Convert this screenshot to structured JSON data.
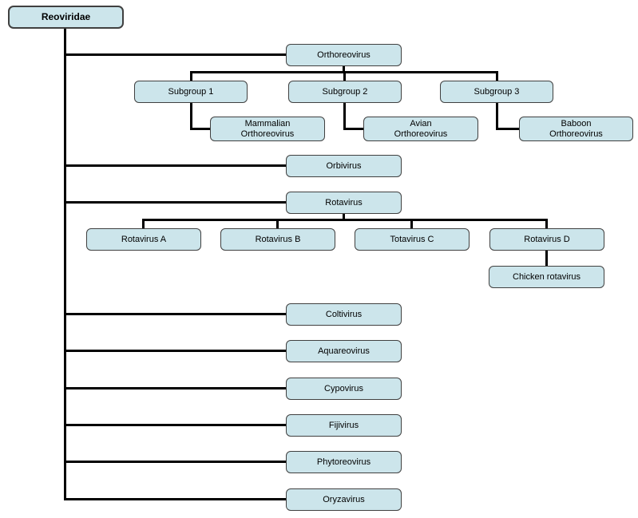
{
  "nodes": {
    "reoviridae": {
      "label": "Reoviridae"
    },
    "orthoreovirus": {
      "label": "Orthoreovirus"
    },
    "subgroup1": {
      "label": "Subgroup 1"
    },
    "subgroup2": {
      "label": "Subgroup 2"
    },
    "subgroup3": {
      "label": "Subgroup 3"
    },
    "mammalian": {
      "label": "Mammalian\nOrthoreovirus"
    },
    "avian": {
      "label": "Avian\nOrthoreovirus"
    },
    "baboon": {
      "label": "Baboon\nOrthoreovirus"
    },
    "orbivirus": {
      "label": "Orbivirus"
    },
    "rotavirus": {
      "label": "Rotavirus"
    },
    "rotavirus_a": {
      "label": "Rotavirus A"
    },
    "rotavirus_b": {
      "label": "Rotavirus B"
    },
    "totavirus_c": {
      "label": "Totavirus C"
    },
    "rotavirus_d": {
      "label": "Rotavirus D"
    },
    "chicken": {
      "label": "Chicken rotavirus"
    },
    "coltivirus": {
      "label": "Coltivirus"
    },
    "aquareovirus": {
      "label": "Aquareovirus"
    },
    "cypovirus": {
      "label": "Cypovirus"
    },
    "fijivirus": {
      "label": "Fijivirus"
    },
    "phytoreovirus": {
      "label": "Phytoreovirus"
    },
    "oryzavirus": {
      "label": "Oryzavirus"
    }
  },
  "hierarchy": {
    "reoviridae": {
      "orthoreovirus": {
        "subgroup1": [
          "mammalian"
        ],
        "subgroup2": [
          "avian"
        ],
        "subgroup3": [
          "baboon"
        ]
      },
      "orbivirus": [],
      "rotavirus": {
        "rotavirus_a": [],
        "rotavirus_b": [],
        "totavirus_c": [],
        "rotavirus_d": [
          "chicken"
        ]
      },
      "coltivirus": [],
      "aquareovirus": [],
      "cypovirus": [],
      "fijivirus": [],
      "phytoreovirus": [],
      "oryzavirus": []
    }
  },
  "colors": {
    "node_fill": "#cce5eb",
    "node_border": "#404040",
    "connector": "#000000",
    "background": "#ffffff",
    "text": "#000000"
  }
}
